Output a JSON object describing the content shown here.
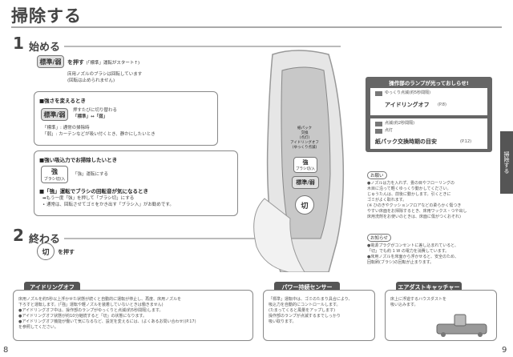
{
  "page": {
    "title": "掃除する",
    "side_tab": "掃除する",
    "page_left": "8",
    "page_right": "9"
  },
  "step1": {
    "number": "1",
    "label": "始める",
    "button": "標準/弱",
    "action": "を押す",
    "action_note": "(「標準」運転がスタート↑)",
    "note_line1": "床用ノズルのブラシは回転しています",
    "note_line2": "(回転は止められません)"
  },
  "strength": {
    "heading": "■強さを変えるとき",
    "button": "標準/弱",
    "desc1": "押すたびに切り替わる",
    "desc2": "「標準」↔「弱」",
    "line1": "「標準」: 通常の掃除時",
    "line2": "「弱」: カーテンなどが吸い付くとき、静かにしたいとき"
  },
  "strong": {
    "heading": "■強い吸込力でお掃除したいとき",
    "button_top": "強",
    "button_bottom": "ブラシ切/入",
    "desc": "「強」運転にする",
    "heading2": "■「強」運転でブラシの回転音が気になるとき",
    "line1": "➡もう一度「強」を押して「ブラシ切」にする",
    "line2": "• 通常は、回転させてゴミをかき出す「ブラシ入」がお勧めです。"
  },
  "step2": {
    "number": "2",
    "label": "終わる",
    "button": "切",
    "action": "を押す"
  },
  "handle": {
    "label1": "紙パック",
    "label2": "交換",
    "label3": "(点灯)",
    "label4": "アイドリングオフ",
    "label5": "(ゆっくり点滅)",
    "btn_strong": "強",
    "btn_strong_sub": "ブラシ切/入",
    "btn_std": "標準/弱",
    "btn_off": "切"
  },
  "lamp_panel": {
    "header": "操作部のランプが光っておしらせ!",
    "row1_indicator": "ゆっくり点滅(約5秒間隔)",
    "row1_label": "アイドリングオフ",
    "row1_ref": "(P.8)",
    "row2_indicator1": "点滅(約2秒間隔)",
    "row2_indicator2": "点灯",
    "row2_label": "紙パック交換時期の目安",
    "row2_ref": "(P.12)"
  },
  "onegai": {
    "tag": "お願い",
    "lines": [
      "●ノズルは力を入れず、畳の目やフローリングの",
      "木目に沿って軽くゆっくり動かしてください。",
      "じゅうたんは、前後に動かします。引くときに",
      "ゴミがよく取れます。",
      "(※ ひのきやクッションフロアなどの柔らかく傷つき",
      "やすい床面をお掃除するとき、床用ワックス・つや出し",
      "床用洗剤をお使いのときは、床面に傷がつくおそれ)"
    ]
  },
  "oshirase": {
    "tag": "お知らせ",
    "lines": [
      "●電源プラグがコンセントに差し込まれていると、",
      "「切」でも約 1 W の電力を消費しています。",
      "●床用ノズルを床面から浮かせると、安全のため、",
      "回転刷(ブラシ)の回転が止まります。"
    ]
  },
  "idling": {
    "header": "アイドリングオフ",
    "lines": [
      "床用ノズルを約5秒以上浮かせた状態が続くと自動的に運転が停止し、再度、床用ノズルを",
      "下ろすと運転します。(「強」運転や軽ノズルを装着していないときは働きません)",
      "●アイドリングオフ中は、操作部のランプがゆっくりと点滅(約5秒間隔)します。",
      "●アイドリングオフ状態が約10分継続すると「切」の状態になります。",
      "●アイドリングオフ機能が働いて気になるなど、設定を変えるには、(よくあるお問い合わせ)(P.17)",
      "を参照してください。"
    ]
  },
  "power_sensor": {
    "header": "パワー持続センサー",
    "lines": [
      "「標準」運転中は、ゴミのたまり具合により、",
      "吸込力を自動的にコントロールします。",
      "(たまってくると風量をアップします)",
      "操作部のランプが点滅するまでしっかり",
      "吸い取ります。"
    ]
  },
  "air_dust": {
    "header": "エアダストキャッチャー",
    "lines": [
      "床上に浮遊するハウスダストを",
      "吸い込みます。"
    ]
  },
  "colors": {
    "dark": "#555555",
    "panel_gray": "#666666",
    "handle": "#c8c8c8"
  }
}
